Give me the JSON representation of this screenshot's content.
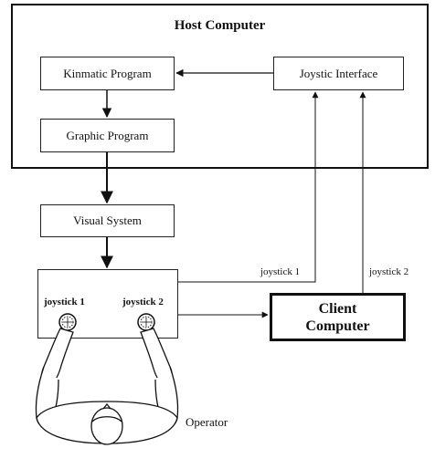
{
  "host": {
    "title": "Host Computer",
    "kinmatic": "Kinmatic Program",
    "joystic_interface": "Joystic Interface",
    "graphic": "Graphic Program"
  },
  "visual_system": "Visual System",
  "operator_station": {
    "joystick1": "joystick 1",
    "joystick2": "joystick 2"
  },
  "client": {
    "line1": "Client",
    "line2": "Computer"
  },
  "links": {
    "joystick1": "joystick 1",
    "joystick2": "joystick 2"
  },
  "operator_label": "Operator"
}
